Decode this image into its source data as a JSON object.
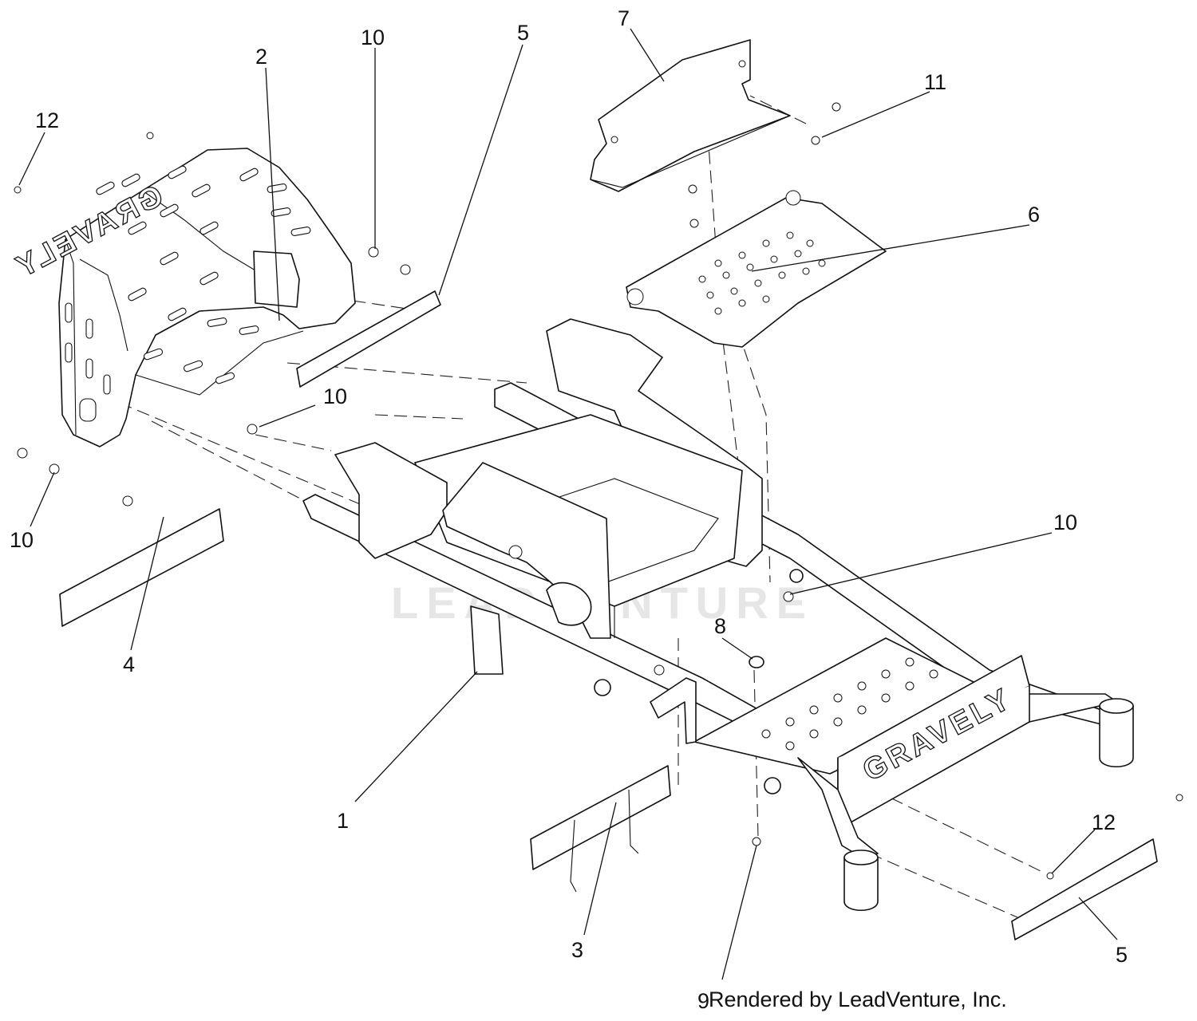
{
  "brand": {
    "name": "GRAVELY",
    "watermark": "LEADVENTURE"
  },
  "callouts": {
    "c1": "1",
    "c2": "2",
    "c3": "3",
    "c4": "4",
    "c5a": "5",
    "c5b": "5",
    "c6": "6",
    "c7": "7",
    "c8": "8",
    "c9": "9",
    "c10a": "10",
    "c10b": "10",
    "c10c": "10",
    "c10d": "10",
    "c11": "11",
    "c12a": "12",
    "c12b": "12"
  },
  "credit": "Rendered by LeadVenture, Inc."
}
